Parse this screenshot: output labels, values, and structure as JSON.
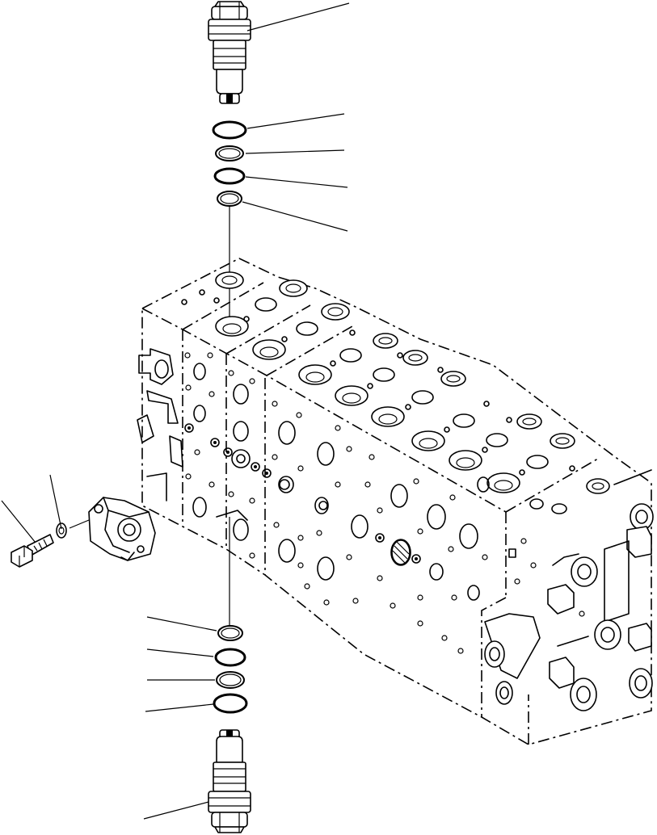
{
  "diagram": {
    "kind": "exploded-parts-drawing",
    "line_color": "#000000",
    "background_color": "#ffffff",
    "text_labels": [],
    "parts": [
      {
        "name": "relief-valve-cartridge-upper"
      },
      {
        "name": "o-ring-upper-1"
      },
      {
        "name": "backup-ring-upper-1"
      },
      {
        "name": "o-ring-upper-2"
      },
      {
        "name": "backup-ring-upper-2"
      },
      {
        "name": "control-valve-body"
      },
      {
        "name": "cover-block"
      },
      {
        "name": "washer"
      },
      {
        "name": "bolt"
      },
      {
        "name": "backup-ring-lower-1"
      },
      {
        "name": "o-ring-lower-1"
      },
      {
        "name": "backup-ring-lower-2"
      },
      {
        "name": "o-ring-lower-2"
      },
      {
        "name": "relief-valve-cartridge-lower"
      }
    ],
    "callout_count": 11
  }
}
